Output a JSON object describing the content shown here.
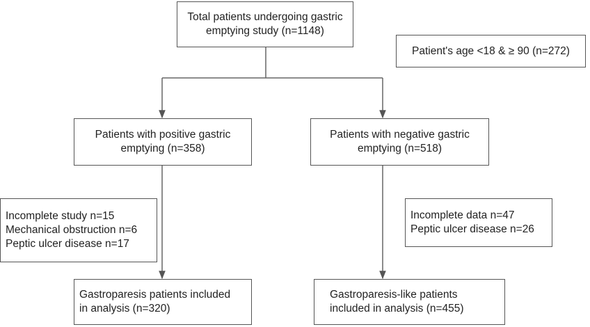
{
  "total": {
    "lines": [
      "Total patients undergoing gastric",
      "emptying study (n=1148)"
    ]
  },
  "excluded_age": {
    "lines": [
      "Patient's age <18 & ≥ 90 (n=272)"
    ]
  },
  "positive": {
    "lines": [
      "Patients with positive gastric",
      "emptying (n=358)"
    ]
  },
  "negative": {
    "lines": [
      "Patients with negative gastric",
      "emptying (n=518)"
    ]
  },
  "excluded_positive": {
    "lines": [
      "Incomplete study n=15",
      "Mechanical obstruction n=6",
      "Peptic ulcer disease n=17"
    ]
  },
  "excluded_negative": {
    "lines": [
      "Incomplete data n=47",
      "Peptic ulcer disease n=26"
    ]
  },
  "gastroparesis": {
    "lines": [
      "Gastroparesis patients included",
      "in analysis (n=320)"
    ]
  },
  "gastroparesis_like": {
    "lines": [
      "Gastroparesis-like patients",
      "included in analysis (n=455)"
    ]
  }
}
